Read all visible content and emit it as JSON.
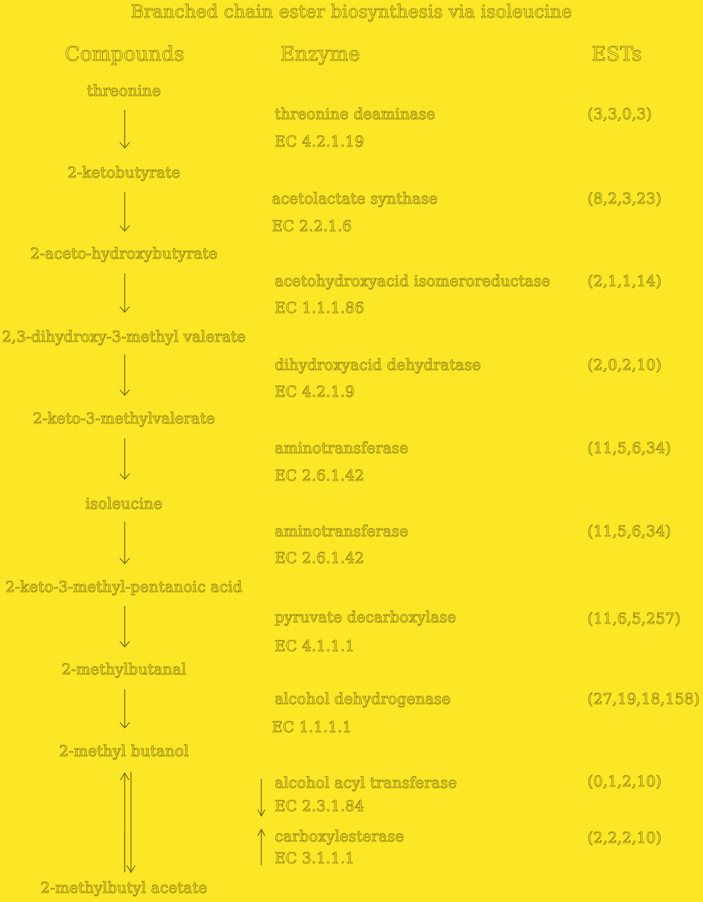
{
  "title": "Branched chain ester biosynthesis via isoleucine",
  "headers": {
    "compounds": "Compounds",
    "enzyme": "Enzyme",
    "ests": "ESTs"
  },
  "compounds": [
    "threonine",
    "2-ketobutyrate",
    "2-aceto-hydroxybutyrate",
    "2,3-dihydroxy-3-methyl valerate",
    "2-keto-3-methylvalerate",
    "isoleucine",
    "2-keto-3-methyl-pentanoic acid",
    "2-methylbutanal",
    "2-methyl butanol",
    "2-methylbutyl acetate"
  ],
  "steps": [
    {
      "enzyme": "threonine deaminase",
      "ec": "EC 4.2.1.19",
      "ests": "(3,3,0,3)"
    },
    {
      "enzyme": "acetolactate synthase",
      "ec": "EC 2.2.1.6",
      "ests": "(8,2,3,23)"
    },
    {
      "enzyme": "acetohydroxyacid isomeroreductase",
      "ec": "EC 1.1.1.86",
      "ests": "(2,1,1,14)"
    },
    {
      "enzyme": "dihydroxyacid dehydratase",
      "ec": "EC 4.2.1.9",
      "ests": "(2,0,2,10)"
    },
    {
      "enzyme": "aminotransferase",
      "ec": "EC 2.6.1.42",
      "ests": "(11,5,6,34)"
    },
    {
      "enzyme": "aminotransferase",
      "ec": "EC 2.6.1.42",
      "ests": "(11,5,6,34)"
    },
    {
      "enzyme": "pyruvate decarboxylase",
      "ec": "EC 4.1.1.1",
      "ests": "(11,6,5,257)"
    },
    {
      "enzyme": "alcohol dehydrogenase",
      "ec": "EC 1.1.1.1",
      "ests": "(27,19,18,158)"
    },
    {
      "enzyme": "alcohol acyl transferase",
      "ec": "EC 2.3.1.84",
      "ests": "(0,1,2,10)"
    },
    {
      "enzyme": "carboxylesterase",
      "ec": "EC 3.1.1.1",
      "ests": "(2,2,2,10)"
    }
  ]
}
